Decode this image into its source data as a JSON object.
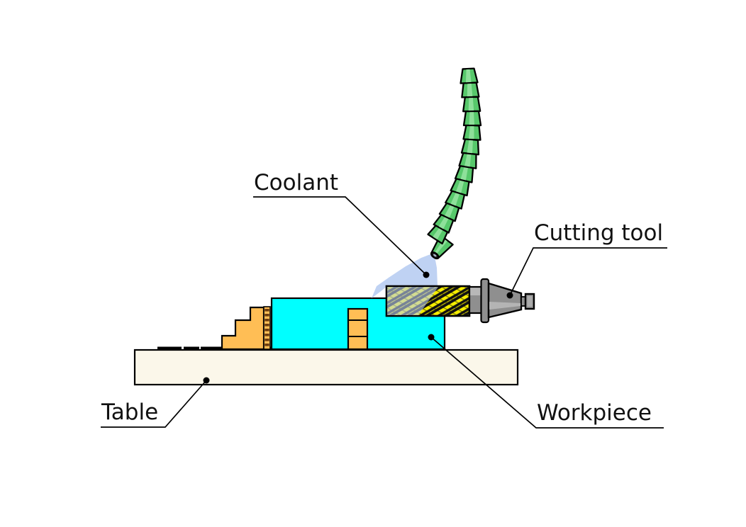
{
  "figure": {
    "type": "technical-illustration",
    "subject": "Milling machining setup with flexible coolant hose spraying on cutting tool over clamped workpiece",
    "labels": {
      "coolant": "Coolant",
      "cutting_tool": "Cutting tool",
      "table": "Table",
      "workpiece": "Workpiece"
    },
    "colors": {
      "background": "#FFFFFF",
      "workpiece": "#00FFFF",
      "clamp": "#FFBE55",
      "clamp_teeth": "#6B3C10",
      "table": "#FBF7EA",
      "hose": "#57C86B",
      "hose_highlight": "#8EE09A",
      "spray": "#BCD0F2",
      "flute_yellow": "#F5EE00",
      "flute_black": "#111111",
      "holder": "#8F8F8F",
      "holder_light": "#B8B8B8",
      "holder_dark": "#6F6F6F",
      "outline": "#000000",
      "label_text": "#111111"
    }
  }
}
